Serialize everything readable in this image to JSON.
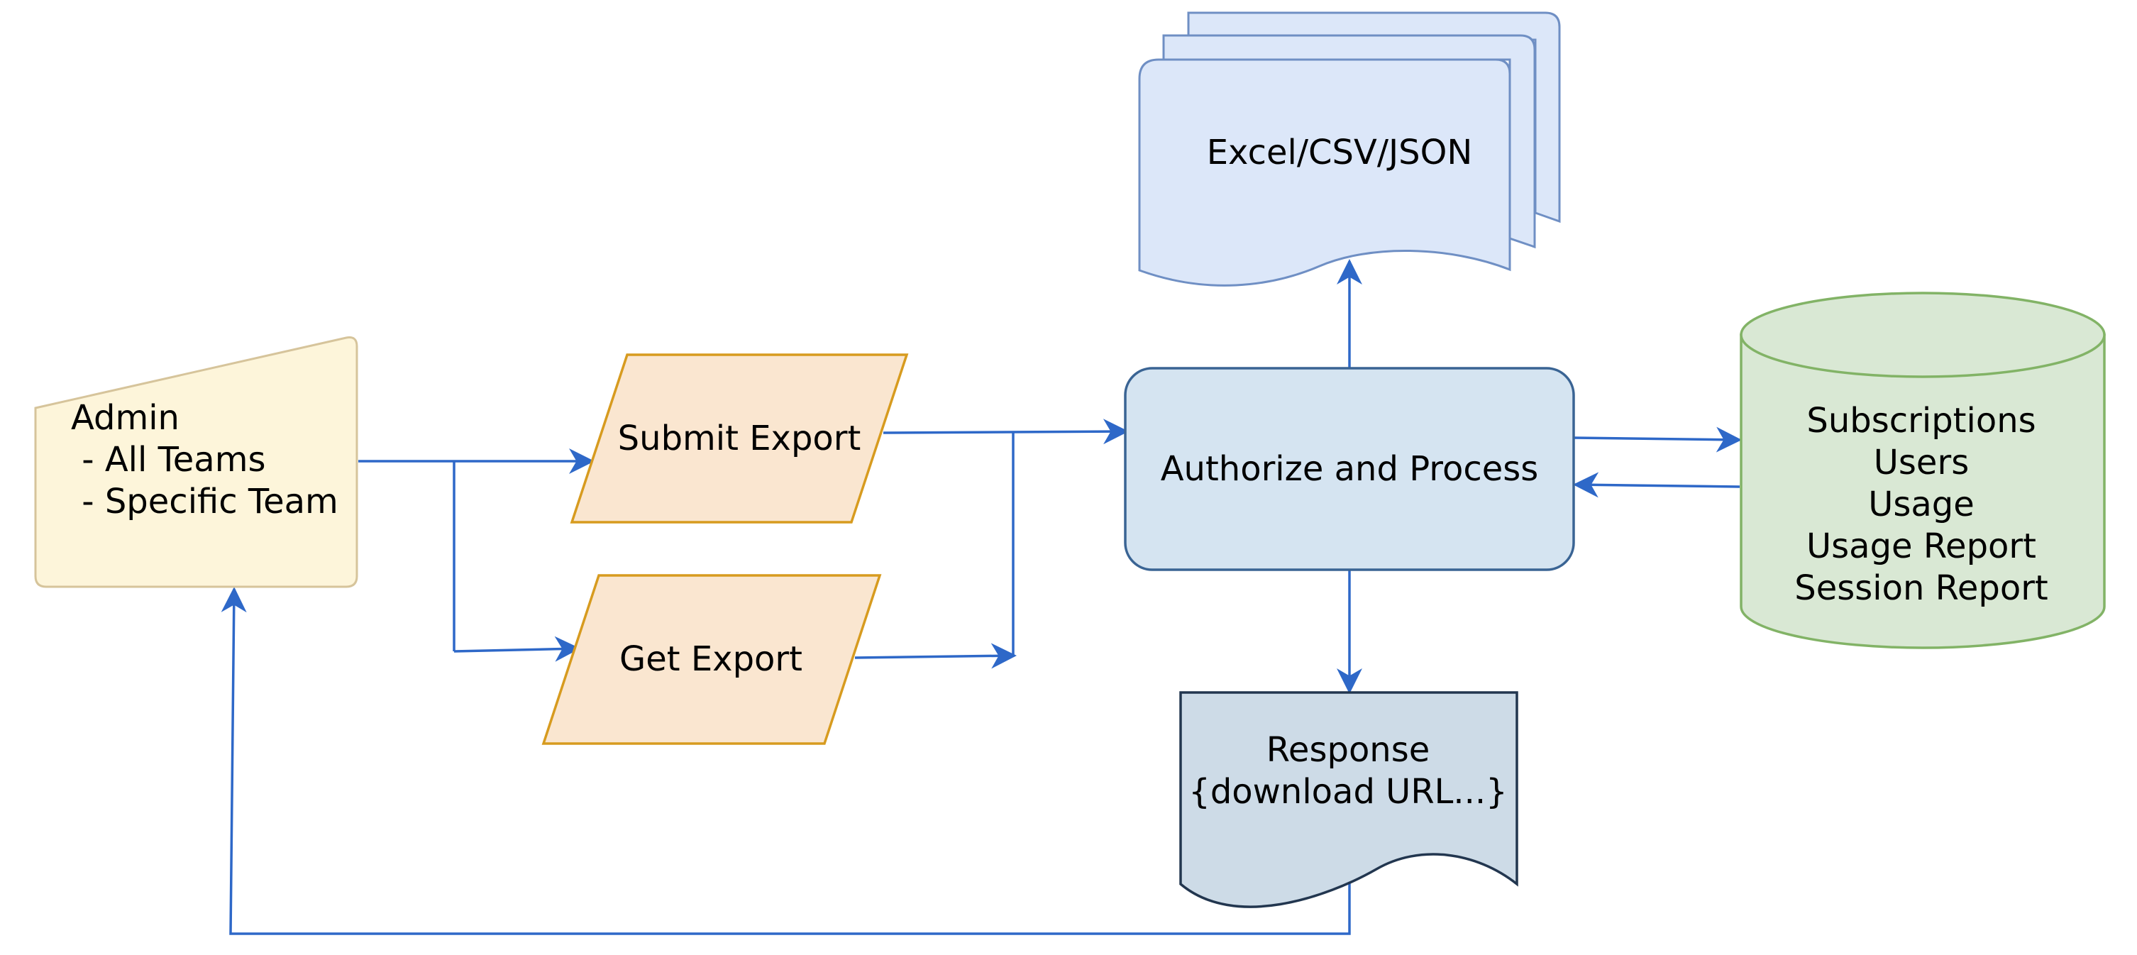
{
  "diagram": {
    "nodes": {
      "admin": {
        "lines": [
          "Admin",
          " - All Teams",
          " - Specific Team"
        ],
        "fill": "#fdf5da",
        "stroke": "#d6c49b"
      },
      "submit_export": {
        "label": "Submit Export",
        "fill": "#fae6d0",
        "stroke": "#d79b1f"
      },
      "get_export": {
        "label": "Get Export",
        "fill": "#fae6d0",
        "stroke": "#d79b1f"
      },
      "authorize_process": {
        "label": "Authorize and Process",
        "fill": "#d5e4f1",
        "stroke": "#3a6494"
      },
      "output_files": {
        "label": "Excel/CSV/JSON",
        "fill": "#dce7f9",
        "stroke": "#6f8fc4"
      },
      "response": {
        "lines": [
          "Response",
          "{download URL...}"
        ],
        "fill": "#cddbe7",
        "stroke": "#22364f"
      },
      "data_store": {
        "lines": [
          "Subscriptions",
          "Users",
          "Usage",
          "Usage Report",
          "Session Report"
        ],
        "fill": "#d9e8d4",
        "stroke": "#82b366"
      }
    },
    "edge_color": "#2e68c8"
  }
}
